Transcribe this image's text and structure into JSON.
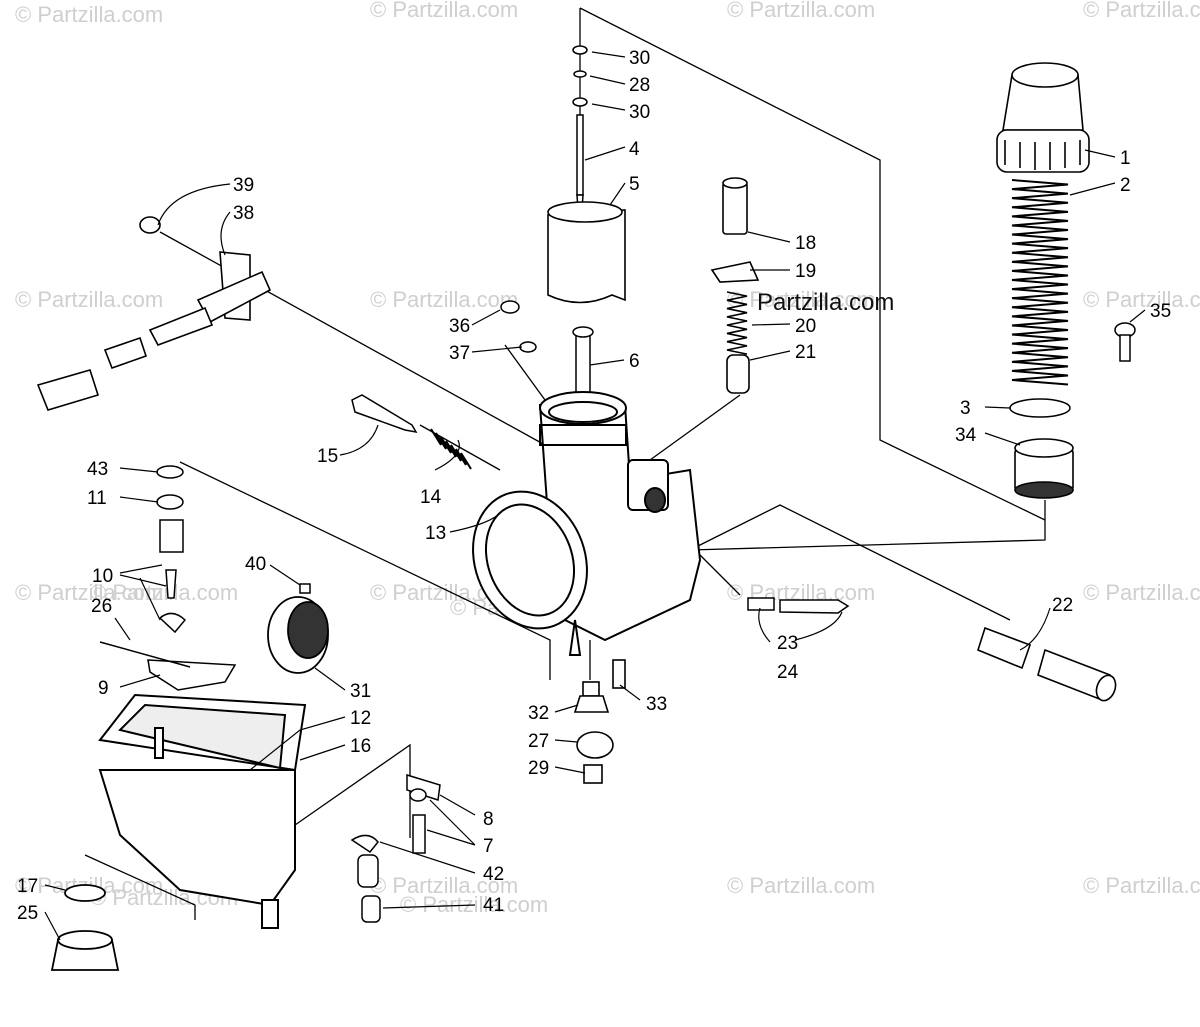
{
  "watermarks": [
    "© Partzilla.com",
    "© Partzilla.com",
    "© Partzilla.com",
    "© Partzilla.com",
    "© Partzilla.com",
    "© Partzilla.com",
    "© Partzilla.com",
    "© Partzilla.com",
    "© Partzilla.com",
    "© Partzilla.com",
    "© Partzilla.com",
    "© Partzilla.com",
    "© Partzilla.com",
    "© Partzilla.com",
    "© Partzilla.com",
    "© Partzilla.com",
    "© Partzilla.com",
    "© Partzilla.com",
    "© Partzilla.com",
    "© Partzilla.com"
  ],
  "brand_text": "Partzilla.com",
  "callouts": [
    "30",
    "28",
    "30",
    "4",
    "5",
    "1",
    "2",
    "18",
    "19",
    "20",
    "21",
    "35",
    "3",
    "34",
    "39",
    "38",
    "36",
    "37",
    "6",
    "15",
    "14",
    "13",
    "43",
    "11",
    "10",
    "40",
    "26",
    "9",
    "31",
    "12",
    "16",
    "22",
    "23",
    "24",
    "33",
    "32",
    "27",
    "29",
    "8",
    "7",
    "42",
    "41",
    "17",
    "25"
  ],
  "colors": {
    "line": "#000000",
    "watermark": "#cfcfcf",
    "background": "#ffffff"
  }
}
